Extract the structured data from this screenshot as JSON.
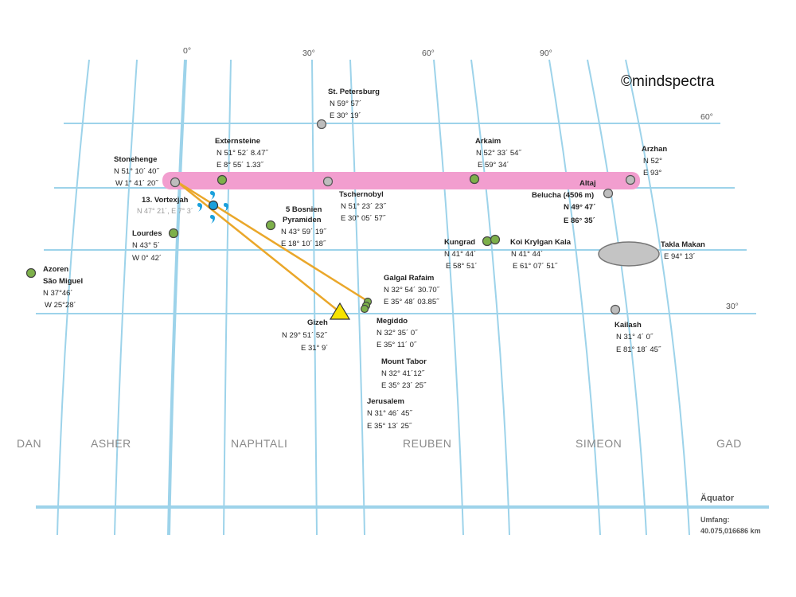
{
  "copyright": "©mindspectra",
  "axes": {
    "lon_labels": [
      "0°",
      "30°",
      "60°",
      "90°"
    ],
    "lat_labels": [
      "60°",
      "30°"
    ]
  },
  "tribes": [
    "DAN",
    "ASHER",
    "NAPHTALI",
    "REUBEN",
    "SIMEON",
    "GAD"
  ],
  "equator": "Äquator",
  "circumference": {
    "label": "Umfang:",
    "value": "40.075,016686 km"
  },
  "places": {
    "st_petersburg": {
      "name": "St. Petersburg",
      "lat": "N 59° 57´",
      "lon": "E 30° 19´"
    },
    "externsteine": {
      "name": "Externsteine",
      "lat": "N 51° 52´ 8.47˝",
      "lon": "E 8° 55´ 1.33˝"
    },
    "arkaim": {
      "name": "Arkaim",
      "lat": "N 52° 33´ 54˝",
      "lon": "E 59° 34´"
    },
    "arzhan": {
      "name": "Arzhan",
      "lat": "N 52°",
      "lon": "E 93°"
    },
    "stonehenge": {
      "name": "Stonehenge",
      "lat": "N 51° 10´ 40˝",
      "lon": "W 1° 41´ 20˝"
    },
    "vortex": {
      "name": "13. Vortexjah",
      "coords": "N 47° 21´, E 7° 3´"
    },
    "tschernobyl": {
      "name": "Tschernobyl",
      "lat": "N 51° 23´ 23˝",
      "lon": "E 30° 05´ 57˝"
    },
    "altaj": {
      "name": "Altaj",
      "sub": "Belucha (4506 m)",
      "lat": "N 49° 47´",
      "lon": "E 86° 35´"
    },
    "bosnien": {
      "name1": "5 Bosnien",
      "name2": "Pyramiden",
      "lat": "N 43° 59´ 19˝",
      "lon": "E 18° 10´ 18˝"
    },
    "lourdes": {
      "name": "Lourdes",
      "lat": "N 43° 5´",
      "lon": "W 0° 42´"
    },
    "kungrad": {
      "name": "Kungrad",
      "lat": "N 41° 44´",
      "lon": "E 58° 51´"
    },
    "koi": {
      "name": "Koi Krylgan Kala",
      "lat": "N 41° 44´",
      "lon": "E 61° 07´ 51˝"
    },
    "takla": {
      "name": "Takla Makan",
      "lon": "E 94° 13´"
    },
    "azoren": {
      "name1": "Azoren",
      "name2": "São Miguel",
      "lat": "N 37°46´",
      "lon": "W 25°28´"
    },
    "galgal": {
      "name": "Galgal Rafaim",
      "lat": "N 32° 54´ 30.70˝",
      "lon": "E 35° 48´ 03.85˝"
    },
    "gizeh": {
      "name": "Gizeh",
      "lat": "N 29° 51´ 52˝",
      "lon": "E 31° 9´"
    },
    "megiddo": {
      "name": "Megiddo",
      "lat": "N 32° 35´ 0˝",
      "lon": "E 35° 11´ 0˝"
    },
    "kailash": {
      "name": "Kailash",
      "lat": "N 31° 4´ 0˝",
      "lon": "E 81° 18´ 45˝"
    },
    "tabor": {
      "name": "Mount Tabor",
      "lat": "N 32° 41´12˝",
      "lon": "E 35° 23´ 25˝"
    },
    "jerusalem": {
      "name": "Jerusalem",
      "lat": "N 31° 46´ 45˝",
      "lon": "E 35° 13´ 25˝"
    }
  },
  "colors": {
    "grid": "#9dd3ea",
    "band": "#f29ecf",
    "marker_green": "#7db04a",
    "marker_grey": "#bdbdbd",
    "marker_blue": "#1aa0dc",
    "marker_yellow": "#f7e300",
    "line_orange": "#eaa72a",
    "takla_fill": "#c4c4c4"
  }
}
